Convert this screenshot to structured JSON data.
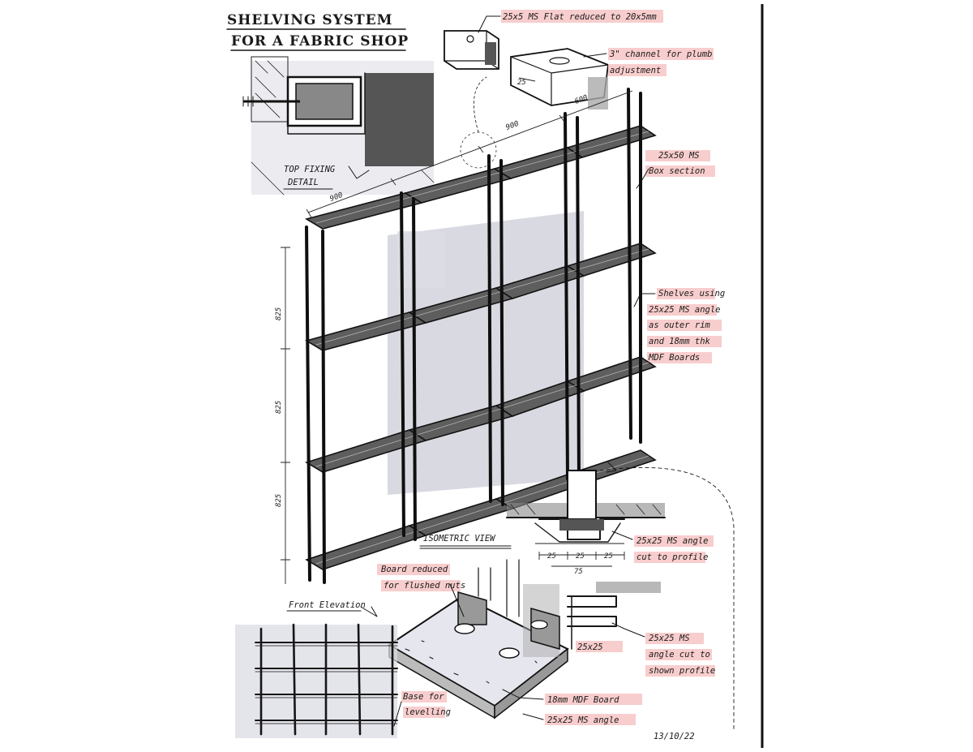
{
  "title_line1": "SHELVING SYSTEM",
  "title_line2": "FOR A FABRIC SHOP",
  "annotations": {
    "flat": "25x5 MS Flat reduced to 20x5mm",
    "channel_l1": "3\" channel for plumb",
    "channel_l2": "adjustment",
    "box_l1": "25x50 MS",
    "box_l2": "Box section",
    "shelves_l1": "Shelves using",
    "shelves_l2": "25x25 MS angle",
    "shelves_l3": "as outer rim",
    "shelves_l4": "and 18mm thk",
    "shelves_l5": "MDF Boards",
    "angle_profile_l1": "25x25 MS angle",
    "angle_profile_l2": "cut to profile",
    "angle_shown_l1": "25x25 MS",
    "angle_shown_l2": "angle cut to",
    "angle_shown_l3": "shown profile",
    "board_reduced_l1": "Board reduced",
    "board_reduced_l2": "for flushed nuts",
    "base_l1": "Base for",
    "base_l2": "levelling",
    "mdf": "18mm MDF Board",
    "angle_bottom": "25x25 MS angle",
    "top_fixing_l1": "TOP FIXING",
    "top_fixing_l2": "DETAIL",
    "isometric": "ISOMETRIC VIEW",
    "front_elevation": "Front Elevation",
    "date": "13/10/22"
  },
  "dimensions": {
    "d900a": "900",
    "d900b": "900",
    "d600": "600",
    "d25": "25",
    "d825a": "825",
    "d825b": "825",
    "d825c": "825",
    "d25a": "25",
    "d25b": "25",
    "d25c": "25",
    "d75": "75",
    "d25x25": "25x25"
  },
  "colors": {
    "highlight": "#f7c4c4",
    "ink": "#161616",
    "marker_grey": "#c9c9d6"
  }
}
